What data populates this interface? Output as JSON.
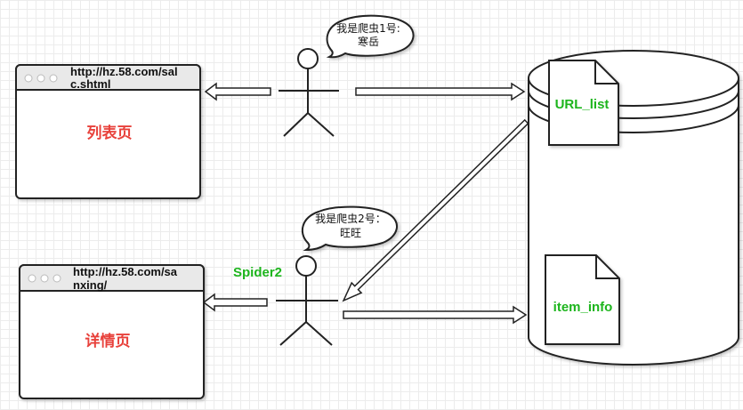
{
  "browsers": [
    {
      "url_line1": "http://hz.58.com/sal",
      "url_line2": "c.shtml",
      "label": "列表页"
    },
    {
      "url_line1": "http://hz.58.com/sa",
      "url_line2": "nxing/",
      "label": "详情页"
    }
  ],
  "spiders": [
    {
      "bubble_line1": "我是爬虫1号:",
      "bubble_line2": "寒岳",
      "name": ""
    },
    {
      "bubble_line1": "我是爬虫2号：",
      "bubble_line2": "旺旺",
      "name": "Spider2"
    }
  ],
  "database": {
    "docs": [
      {
        "label": "URL_list"
      },
      {
        "label": "item_info"
      }
    ]
  },
  "colors": {
    "stroke": "#222222",
    "page_label": "#e8413b",
    "green_label": "#1db51d"
  }
}
